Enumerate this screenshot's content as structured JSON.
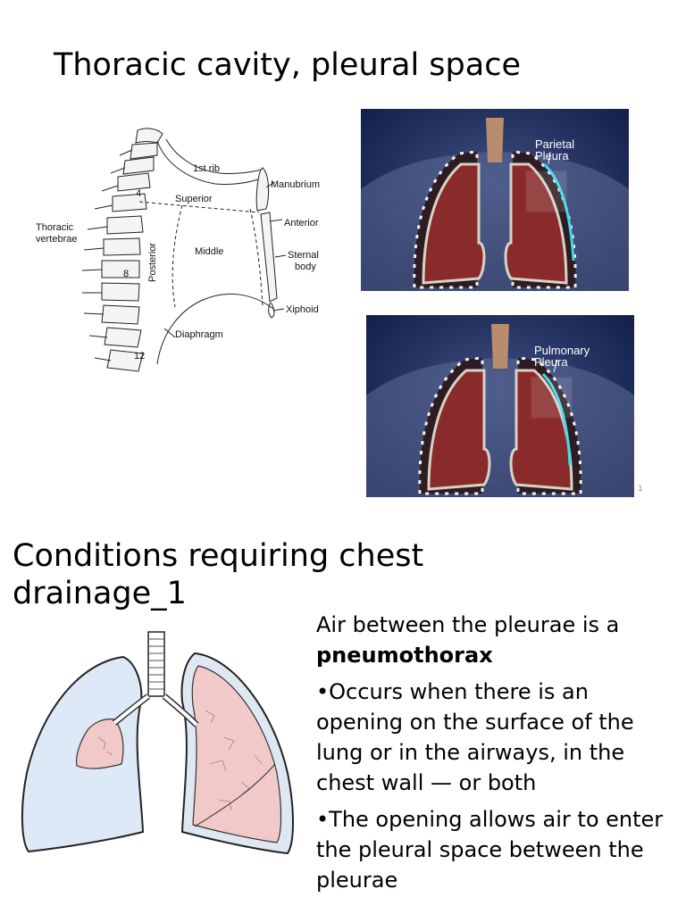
{
  "slide1": {
    "title": "Thoracic cavity, pleural space",
    "figure_labels": {
      "first_rib": "1st rib",
      "manubrium": "Manubrium",
      "superior": "Superior",
      "thoracic": "Thoracic",
      "vertebrae": "vertebrae",
      "anterior": "Anterior",
      "middle": "Middle",
      "posterior": "Posterior",
      "sternal": "Sternal",
      "body": "body",
      "xiphoid": "Xiphoid",
      "diaphragm": "Diaphragm",
      "vertebra_4": "4",
      "vertebra_8": "8",
      "vertebra_12": "12"
    },
    "image1_label_line1": "Parietal",
    "image1_label_line2": "Pleura",
    "image2_label_line1": "Pulmonary",
    "image2_label_line2": "Pleura",
    "slide_number": "1"
  },
  "slide2": {
    "title": "Conditions requiring chest drainage_1",
    "p1_text": "Air between the pleurae is a ",
    "p1_bold": "pneumothorax",
    "p2": "•Occurs when there is an opening on the surface of the lung or in the airways, in the chest wall — or both",
    "p3": "•The opening allows air to enter the pleural space between the pleurae"
  },
  "colors": {
    "lung_red": "#8a2b2b",
    "pleura_cyan": "#43d7ea",
    "lung_pink": "#f2c9c9",
    "lung_blue": "#dde9f7"
  }
}
